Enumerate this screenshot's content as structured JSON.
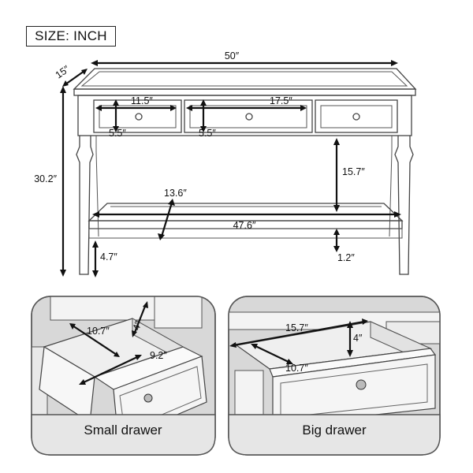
{
  "size_label": "SIZE: INCH",
  "dimensions": {
    "depth": "15″",
    "width": "50″",
    "small_drawer_width": "11.5″",
    "big_drawer_width": "17.5″",
    "left_drawer_height": "5.5″",
    "middle_drawer_height": "5.5″",
    "height": "30.2″",
    "shelf_gap": "15.7″",
    "shelf_depth": "13.6″",
    "shelf_width": "47.6″",
    "shelf_thickness": "1.2″",
    "leg_clearance": "4.7″"
  },
  "small_drawer": {
    "caption": "Small drawer",
    "depth": "10.7″",
    "height": "4″",
    "width": "9.2″"
  },
  "big_drawer": {
    "caption": "Big drawer",
    "width": "15.7″",
    "height": "4″",
    "depth": "10.7″"
  }
}
